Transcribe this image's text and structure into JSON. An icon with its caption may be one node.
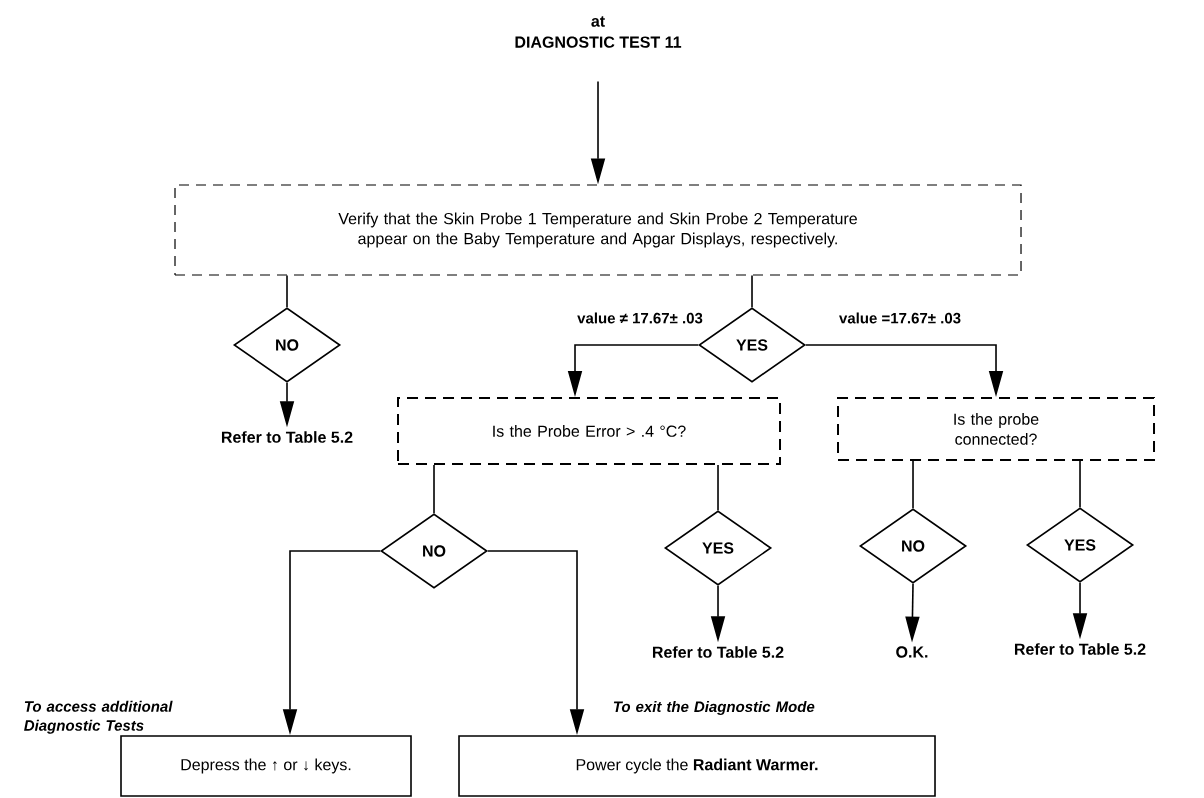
{
  "diagram": {
    "nodes": [
      {
        "text": [
          "at",
          "DIAGNOSTIC TEST 11"
        ]
      },
      {
        "text": [
          "Verify that the Skin Probe 1 Temperature and Skin Probe 2 Temperature appear on the Baby Temperature and Apgar Displays, respectively."
        ]
      },
      {
        "text": [
          "NO"
        ]
      },
      {
        "text": [
          "Refer to Table 5.2"
        ]
      },
      {
        "text": [
          "YES"
        ]
      },
      {
        "text": [
          "Is the Probe Error > .4 °C?"
        ]
      },
      {
        "text": [
          "Is the probe connected?"
        ]
      },
      {
        "text": [
          "NO"
        ]
      },
      {
        "text": [
          "YES"
        ]
      },
      {
        "text": [
          "Refer to Table 5.2"
        ]
      },
      {
        "text": [
          "NO"
        ]
      },
      {
        "text": [
          "YES"
        ]
      },
      {
        "text": [
          "O.K."
        ]
      },
      {
        "text": [
          "Refer to Table 5.2"
        ]
      },
      {
        "text": [
          "Depress the ↑ or ↓ keys."
        ],
        "beside": [
          "To access additional Diagnostic Tests"
        ]
      },
      {
        "text": [
          "Power cycle the **Radiant Warmer.**"
        ],
        "beside": [
          "To exit the Diagnostic Mode"
        ]
      }
    ],
    "edges": [
      {
        "from": 0,
        "to": 1,
        "arrow": "to"
      },
      {
        "from": 1,
        "to": 2,
        "arrow": "none"
      },
      {
        "from": 2,
        "to": 3,
        "arrow": "to"
      },
      {
        "from": 1,
        "to": 4,
        "arrow": "none"
      },
      {
        "from": 4,
        "to": 5,
        "arrow": "to",
        "label": "value ≠ 17.67± .03"
      },
      {
        "from": 4,
        "to": 6,
        "arrow": "to",
        "label": "value =17.67± .03"
      },
      {
        "from": 5,
        "to": 7,
        "arrow": "none"
      },
      {
        "from": 5,
        "to": 8,
        "arrow": "none"
      },
      {
        "from": 8,
        "to": 9,
        "arrow": "to"
      },
      {
        "from": 6,
        "to": 10,
        "arrow": "none"
      },
      {
        "from": 6,
        "to": 11,
        "arrow": "none"
      },
      {
        "from": 10,
        "to": 12,
        "arrow": "to"
      },
      {
        "from": 11,
        "to": 13,
        "arrow": "to"
      },
      {
        "from": 7,
        "to": 14,
        "arrow": "to"
      },
      {
        "from": 7,
        "to": 15,
        "arrow": "to"
      }
    ]
  }
}
